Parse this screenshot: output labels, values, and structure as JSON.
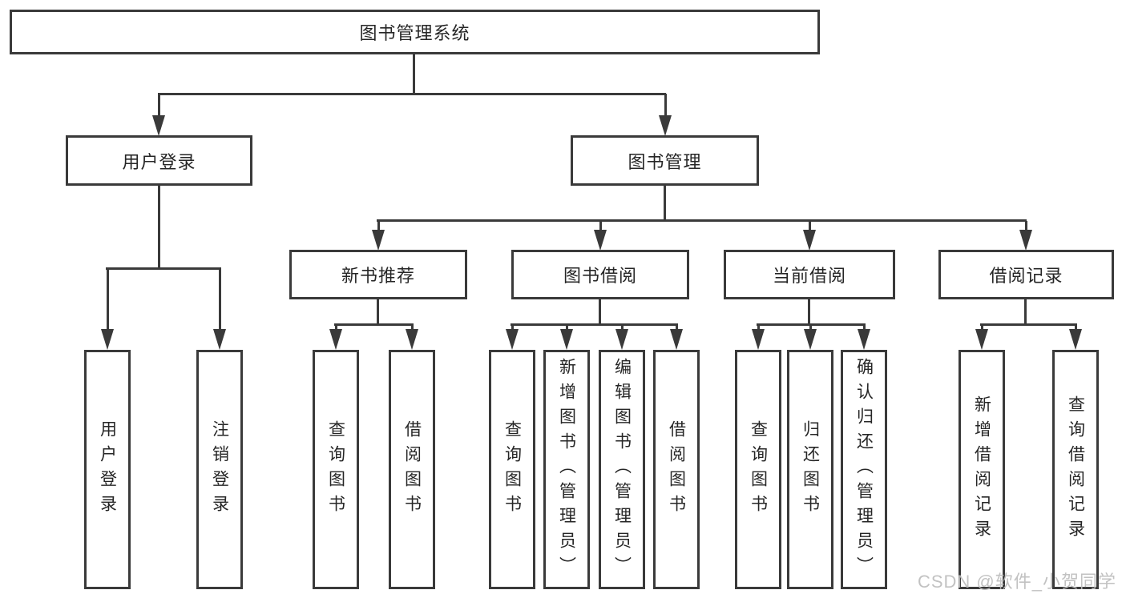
{
  "diagram": {
    "root": {
      "label": "图书管理系统"
    },
    "branches": [
      {
        "label": "用户登录",
        "children": [
          {
            "label": "用户登录"
          },
          {
            "label": "注销登录"
          }
        ]
      },
      {
        "label": "图书管理",
        "children": [
          {
            "label": "新书推荐",
            "children": [
              {
                "label": "查询图书"
              },
              {
                "label": "借阅图书"
              }
            ]
          },
          {
            "label": "图书借阅",
            "children": [
              {
                "label": "查询图书"
              },
              {
                "label": "新增图书（管理员）"
              },
              {
                "label": "编辑图书（管理员）"
              },
              {
                "label": "借阅图书"
              }
            ]
          },
          {
            "label": "当前借阅",
            "children": [
              {
                "label": "查询图书"
              },
              {
                "label": "归还图书"
              },
              {
                "label": "确认归还（管理员）"
              }
            ]
          },
          {
            "label": "借阅记录",
            "children": [
              {
                "label": "新增借阅记录"
              },
              {
                "label": "查询借阅记录"
              }
            ]
          }
        ]
      }
    ]
  },
  "watermark": {
    "text": "CSDN @软件_小贺同学",
    "color": "#bdbdbd"
  },
  "colors": {
    "line": "#3a3a3a",
    "text": "#262626",
    "background": "#ffffff"
  }
}
